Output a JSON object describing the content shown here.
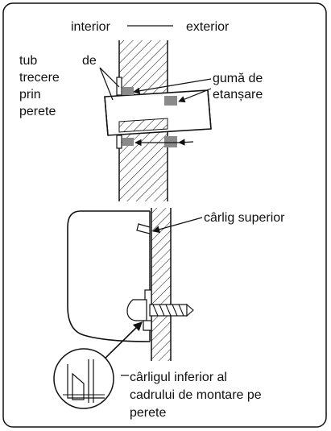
{
  "top_diagram": {
    "interior_label": "interior",
    "exterior_label": "exterior",
    "pipe_label_lines": [
      "tub",
      "de",
      "trecere",
      "prin",
      "perete"
    ],
    "seal_label_lines": [
      "gumă de",
      "etanșare"
    ]
  },
  "bottom_diagram": {
    "upper_hook_label": "cârlig superior",
    "lower_hook_label_lines": [
      "cârligul inferior al",
      "cadrului de montare pe",
      "perete"
    ]
  },
  "colors": {
    "stroke": "#111111",
    "seal_fill": "#8a8a8a",
    "background": "#ffffff"
  }
}
